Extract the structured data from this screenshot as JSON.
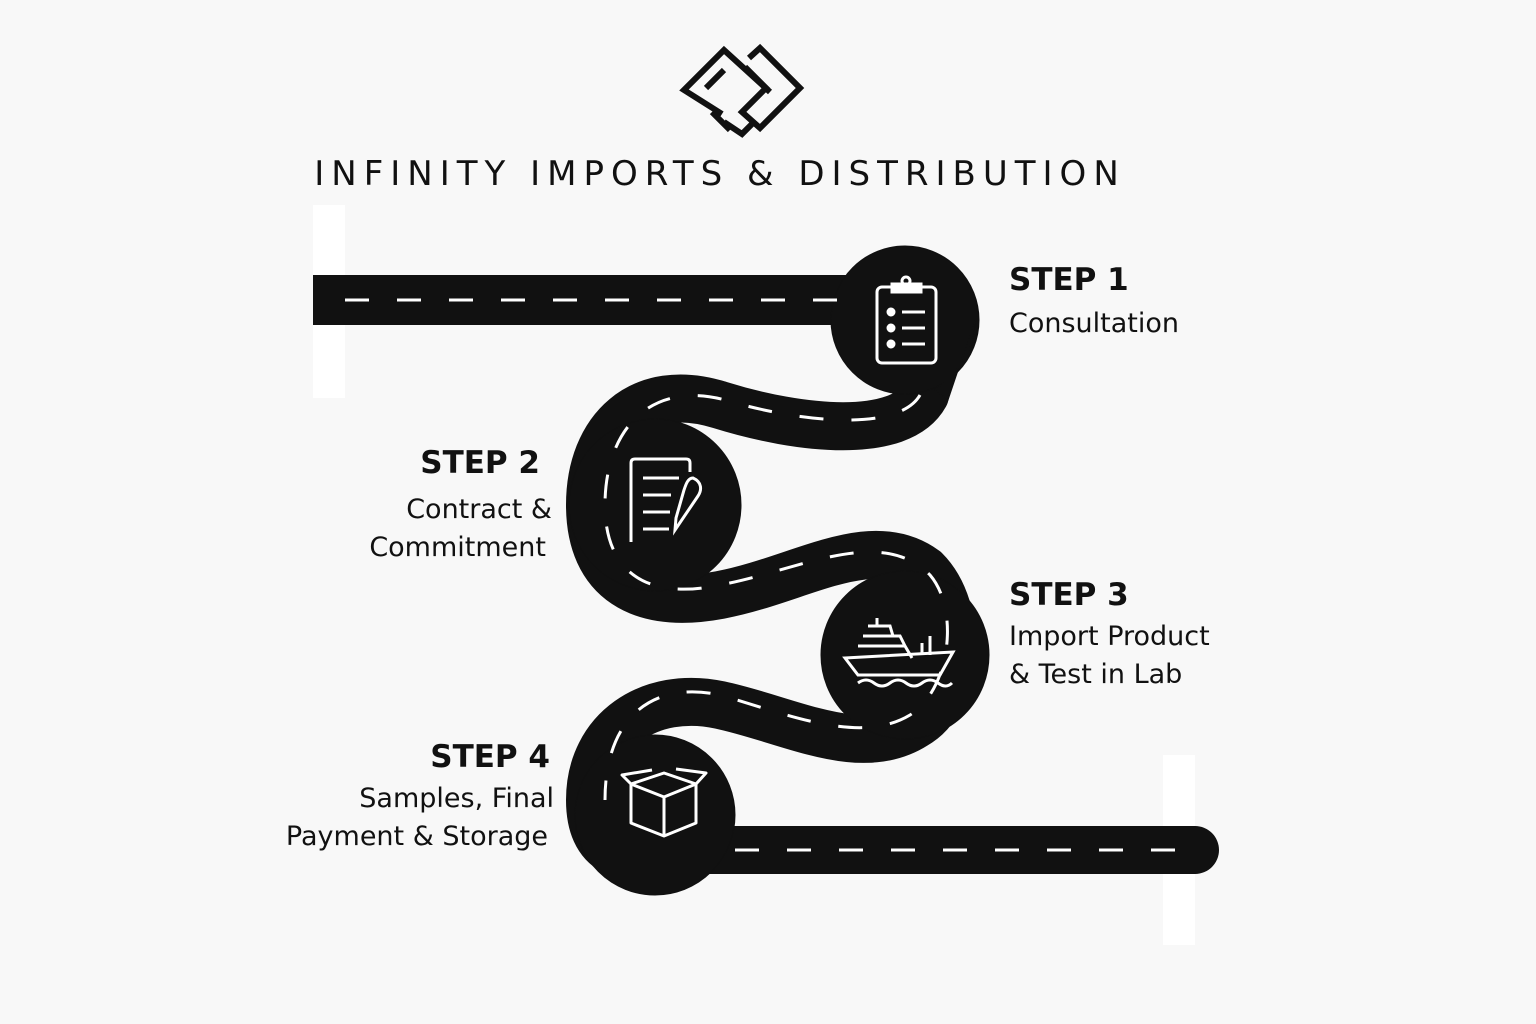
{
  "title": "INFINITY IMPORTS & DISTRIBUTION",
  "logo": {
    "icon": "interlocking-diamonds-logo"
  },
  "colors": {
    "road": "#111111",
    "lane": "#ffffff",
    "background": "#f8f8f8"
  },
  "steps": [
    {
      "label": "STEP 1",
      "line1": "Consultation",
      "line2": "",
      "icon": "clipboard-icon"
    },
    {
      "label": "STEP 2",
      "line1": "Contract &",
      "line2": "Commitment",
      "icon": "contract-pen-icon"
    },
    {
      "label": "STEP 3",
      "line1": "Import Product",
      "line2": "& Test in Lab",
      "icon": "ship-icon"
    },
    {
      "label": "STEP 4",
      "line1": "Samples, Final",
      "line2": "Payment & Storage",
      "icon": "box-icon"
    }
  ]
}
